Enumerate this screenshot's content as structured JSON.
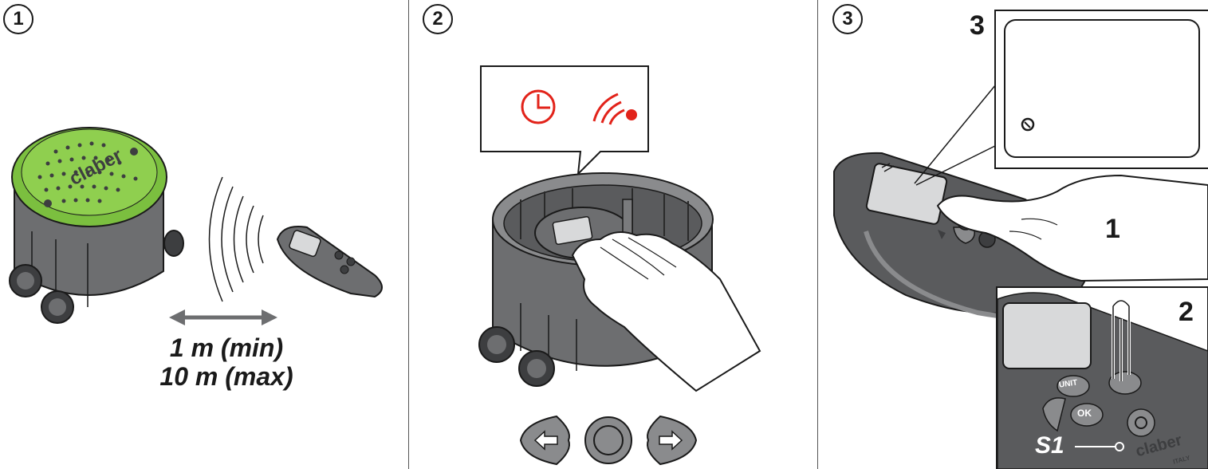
{
  "steps": [
    {
      "number": "1"
    },
    {
      "number": "2"
    },
    {
      "number": "3"
    }
  ],
  "panel1": {
    "distance_min": "1 m (min)",
    "distance_max": "10 m (max)",
    "brand_text": "claber"
  },
  "panel2": {
    "bubble_icons": [
      "clock-icon",
      "wireless-signal-icon"
    ],
    "buttons": [
      "left-arrow-button",
      "center-round-button",
      "right-arrow-button"
    ]
  },
  "panel3": {
    "callout_1": "1",
    "callout_2": "2",
    "callout_3": "3",
    "reset_label": "S1",
    "key_labels": [
      "UNIT",
      "OK"
    ],
    "brand_text": "claber",
    "brand_sub": "ITALY"
  },
  "colors": {
    "green_lid": "#7bbf3f",
    "device_gray": "#6d6e70",
    "dark_gray": "#3d3e40",
    "red_icon": "#e2231a"
  }
}
